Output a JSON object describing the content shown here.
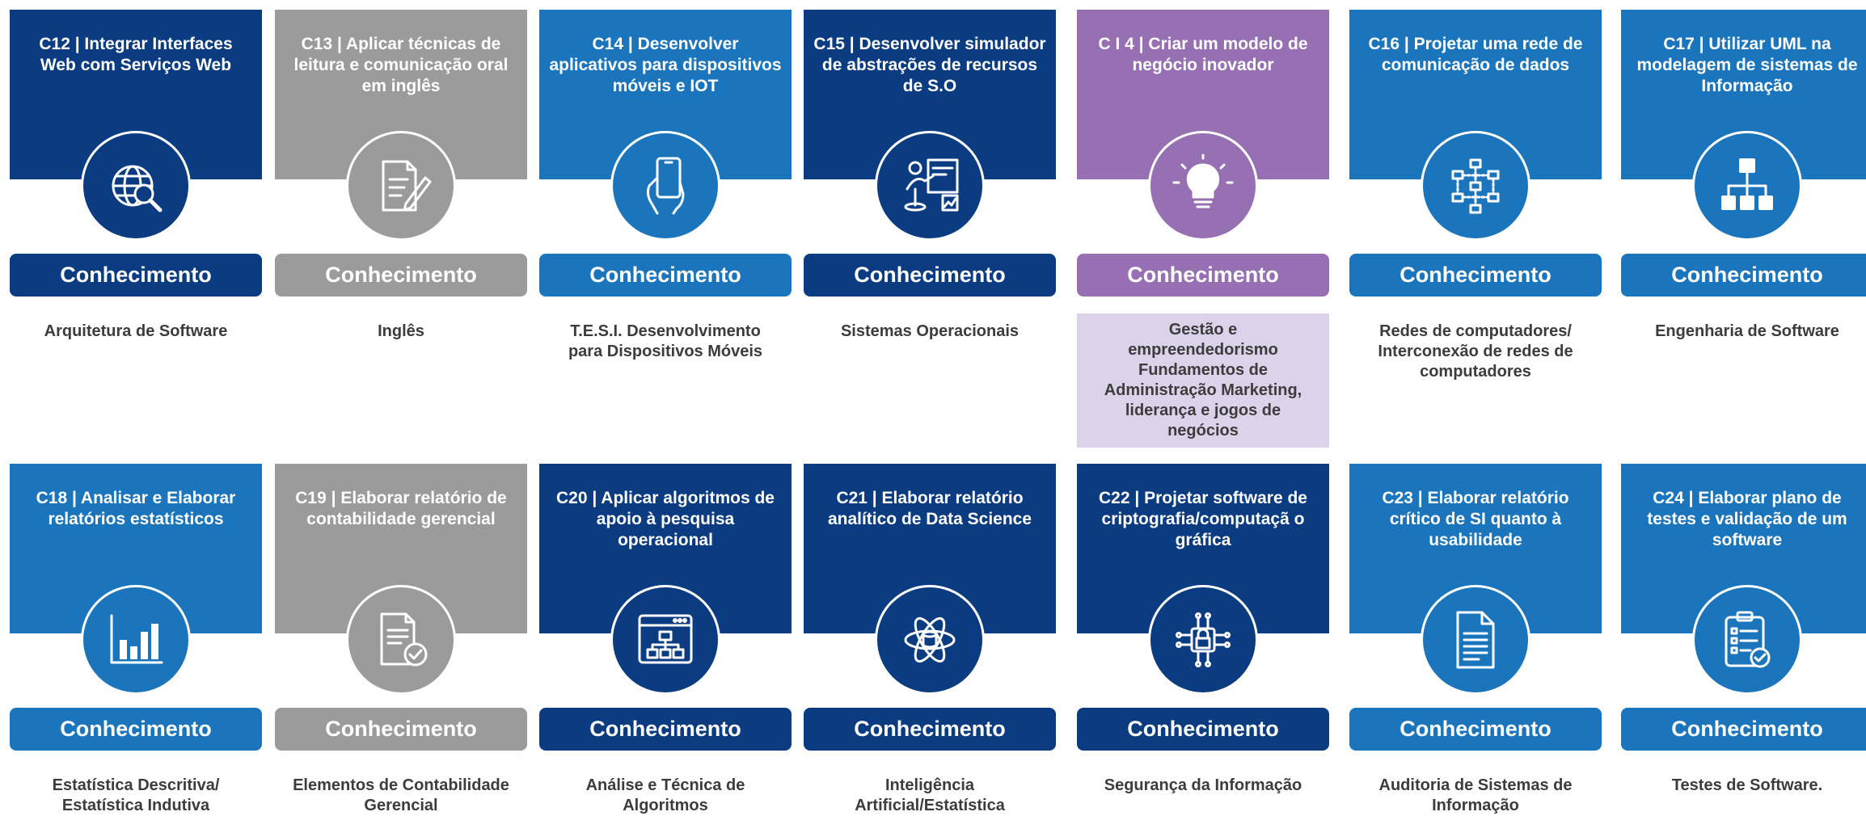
{
  "colors": {
    "dark": "#0b3b80",
    "mid": "#1b75bc",
    "gray": "#9b9b9b",
    "purple": "#9670b2",
    "purple_light": "#dcd3ea"
  },
  "badge_label": "Conhecimento",
  "cards": [
    {
      "header": "C12 | Integrar Interfaces Web com Serviços Web",
      "color": "#0b3b80",
      "icon": "globe-search-icon",
      "subject": "Arquitetura de Software"
    },
    {
      "header": "C13 | Aplicar técnicas de leitura e comunicação oral em inglês",
      "color": "#9b9b9b",
      "icon": "document-pencil-icon",
      "subject": "Inglês"
    },
    {
      "header": "C14 | Desenvolver aplicativos para dispositivos móveis e IOT",
      "color": "#1b75bc",
      "icon": "hand-phone-icon",
      "subject": "T.E.S.I. Desenvolvimento para Dispositivos Móveis"
    },
    {
      "header": "C15 | Desenvolver simulador de abstrações de recursos de S.O",
      "color": "#0b3b80",
      "icon": "presenter-board-icon",
      "subject": "Sistemas Operacionais"
    },
    {
      "header": "C I 4 | Criar  um modelo de negócio inovador",
      "color": "#9670b2",
      "icon": "lightbulb-icon",
      "subject": "Gestão e empreendedorismo Fundamentos de Administração Marketing, liderança e jogos de negócios"
    },
    {
      "header": "C16 | Projetar uma rede de comunicação de dados",
      "color": "#1b75bc",
      "icon": "network-icon",
      "subject": "Redes de computadores/ Interconexão de redes de computadores"
    },
    {
      "header": "C17 | Utilizar UML na modelagem de sistemas de Informação",
      "color": "#1b75bc",
      "icon": "hierarchy-icon",
      "subject": "Engenharia de Software"
    },
    {
      "header": "C18 | Analisar e Elaborar relatórios estatísticos",
      "color": "#1b75bc",
      "icon": "bar-chart-icon",
      "subject": "Estatística Descritiva/ Estatística Indutiva"
    },
    {
      "header": "C19 | Elaborar relatório de contabilidade gerencial",
      "color": "#9b9b9b",
      "icon": "document-check-icon",
      "subject": "Elementos de Contabilidade Gerencial"
    },
    {
      "header": "C20 | Aplicar algoritmos de apoio à pesquisa operacional",
      "color": "#0b3b80",
      "icon": "browser-flowchart-icon",
      "subject": "Análise e Técnica de Algoritmos"
    },
    {
      "header": "C21 | Elaborar relatório analítico de Data Science",
      "color": "#0b3b80",
      "icon": "atom-database-icon",
      "subject": "Inteligência Artificial/Estatística"
    },
    {
      "header": "C22 | Projetar software de criptografia/computaçã o gráfica",
      "color": "#0b3b80",
      "icon": "circuit-lock-icon",
      "subject": "Segurança da Informação"
    },
    {
      "header": "C23 | Elaborar relatório crítico de SI quanto à usabilidade",
      "color": "#1b75bc",
      "icon": "document-icon",
      "subject": "Auditoria de Sistemas de Informação"
    },
    {
      "header": "C24 | Elaborar plano de testes e validação de um software",
      "color": "#1b75bc",
      "icon": "clipboard-check-icon",
      "subject": "Testes de Software."
    }
  ]
}
